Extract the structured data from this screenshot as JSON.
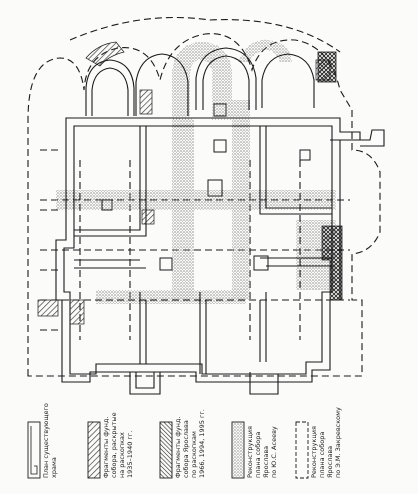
{
  "legend": {
    "items": [
      {
        "pattern": "plain",
        "lines": [
          "План существующего",
          "храма"
        ]
      },
      {
        "pattern": "hatch",
        "lines": [
          "Фрагменты фунд.",
          "собора, раскрытые",
          "на раскопках",
          "1935–1940 гг."
        ]
      },
      {
        "pattern": "dense-hatch",
        "lines": [
          "Фрагменты фунд.",
          "собора Ярослава",
          "по раскопкам",
          "1966, 1994, 1995 гг."
        ]
      },
      {
        "pattern": "dots",
        "lines": [
          "Реконструкция",
          "плана собора",
          "Ярослава",
          "по Ю.С. Асееву"
        ]
      },
      {
        "pattern": "dashed",
        "lines": [
          "Реконструкция",
          "плана собора",
          "Ярослава",
          "по Э.М. Закревскому"
        ]
      }
    ]
  },
  "colors": {
    "ink": "#1a1a1a",
    "hatch": "#333333",
    "dots": "#555555",
    "paper": "#fbfbf9"
  }
}
